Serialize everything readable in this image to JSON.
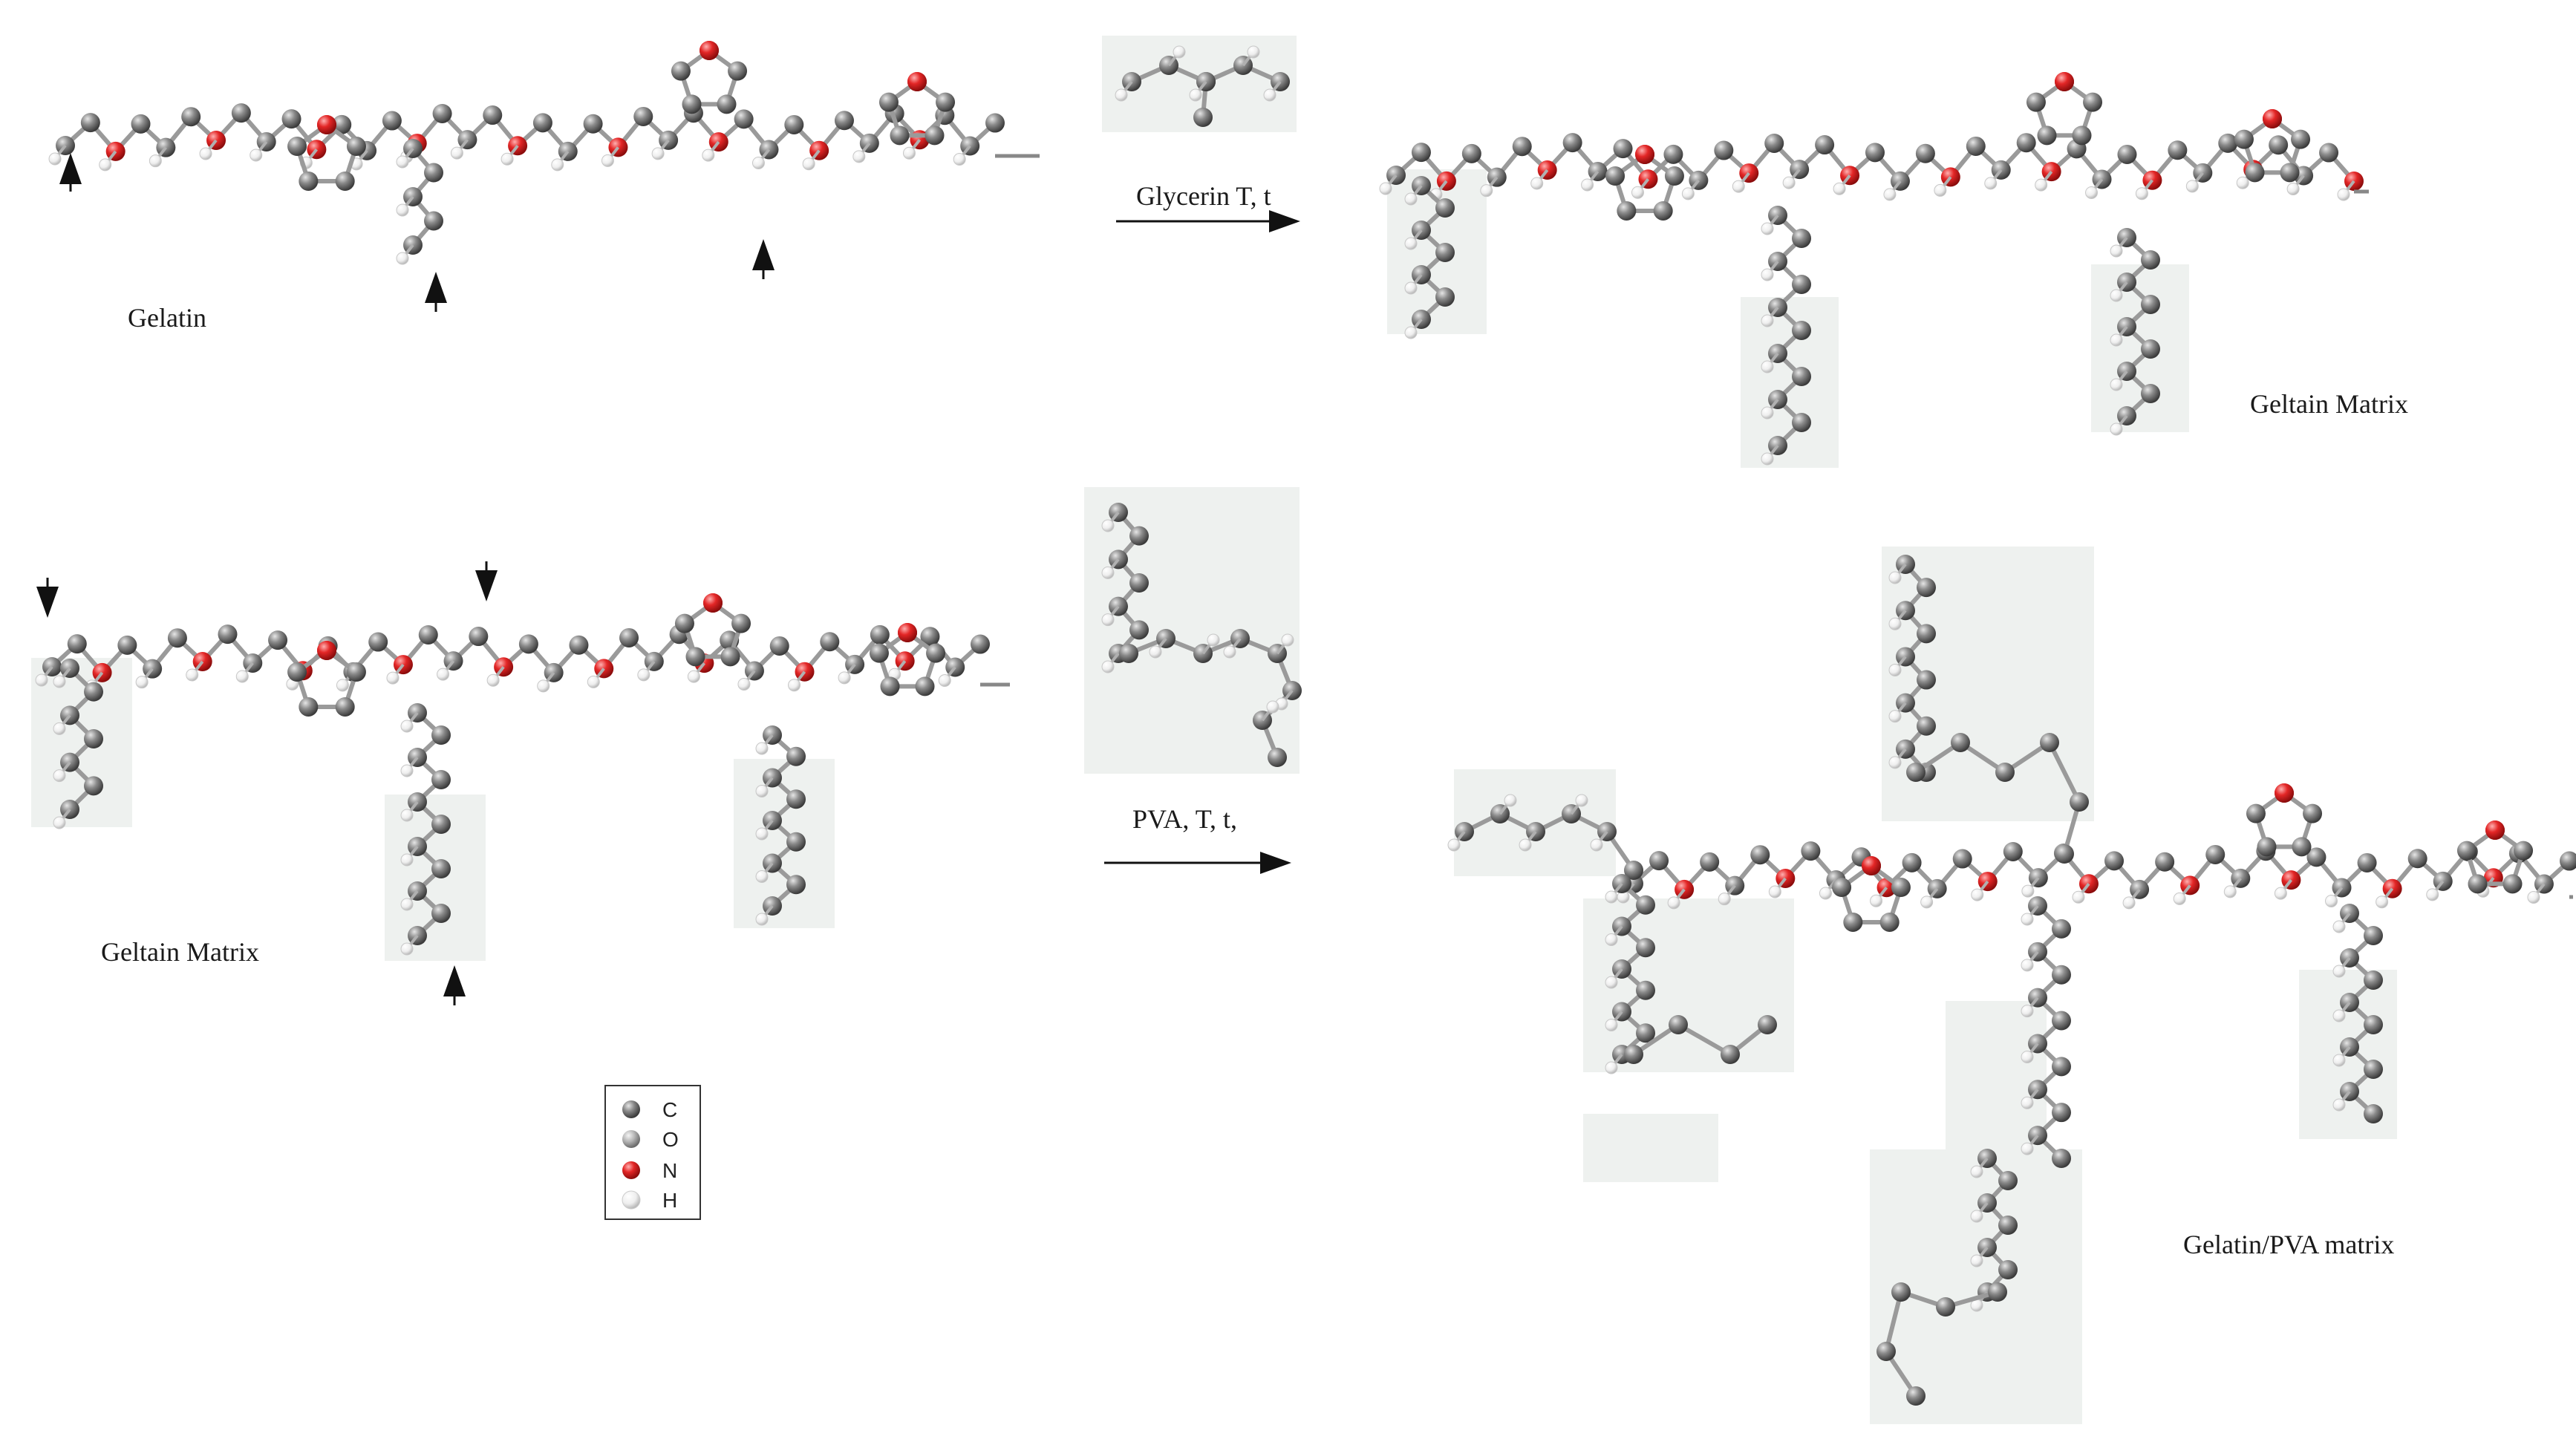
{
  "labels": {
    "gelatin": "Gelatin",
    "gelatin_matrix_top": "Geltain Matrix",
    "gelatin_matrix_left": "Geltain Matrix",
    "gelatin_pva_matrix": "Gelatin/PVA matrix"
  },
  "reactions": {
    "glycerin": "Glycerin T, t",
    "pva": "PVA, T, t,"
  },
  "legend": [
    {
      "symbol": "C",
      "color": "#7a7a7a"
    },
    {
      "symbol": "O",
      "color": "#a8a8a8"
    },
    {
      "symbol": "N",
      "color": "#e32626"
    },
    {
      "symbol": "H",
      "color": "#f1f1f1"
    }
  ],
  "colors": {
    "carbon": "#7a7a7a",
    "oxygen": "#e32626",
    "hydrogen": "#f1f1f1",
    "bond": "#9a9a9a",
    "highlight": "#eef1ef"
  }
}
